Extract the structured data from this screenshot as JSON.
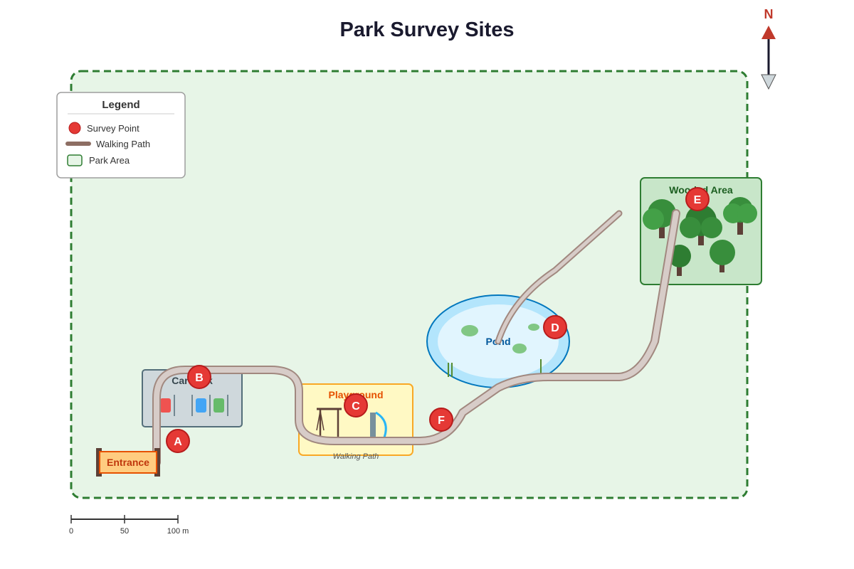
{
  "title": "Park Survey Sites",
  "compass": {
    "label": "N"
  },
  "legend": {
    "title": "Legend",
    "items": [
      {
        "label": "Survey Point",
        "icon": "survey-point-icon"
      },
      {
        "label": "Walking Path",
        "icon": "walking-path-icon"
      },
      {
        "label": "Park Area",
        "icon": "park-area-icon"
      }
    ]
  },
  "zones": {
    "car_park": "Car Park",
    "playground": "Playground",
    "pond": "Pond",
    "wooded_area": "Wooded Area",
    "entrance": "Entrance",
    "path_label": "Walking Path"
  },
  "survey_points": [
    {
      "id": "A"
    },
    {
      "id": "B"
    },
    {
      "id": "C"
    },
    {
      "id": "D"
    },
    {
      "id": "E"
    },
    {
      "id": "F"
    }
  ],
  "scale_bar": {
    "ticks": [
      "0",
      "50",
      "100 m"
    ]
  },
  "colors": {
    "park_fill": "#e7f5e7",
    "park_border": "#2e7d32",
    "survey_point": "#e53935",
    "path": "#d7ccc8",
    "path_edge": "#a1887f",
    "pond": "#b3e5fc",
    "playground": "#fff9c4",
    "car_park": "#cfd8dc",
    "wooded": "#c8e6c9",
    "compass_red": "#c0392b"
  }
}
